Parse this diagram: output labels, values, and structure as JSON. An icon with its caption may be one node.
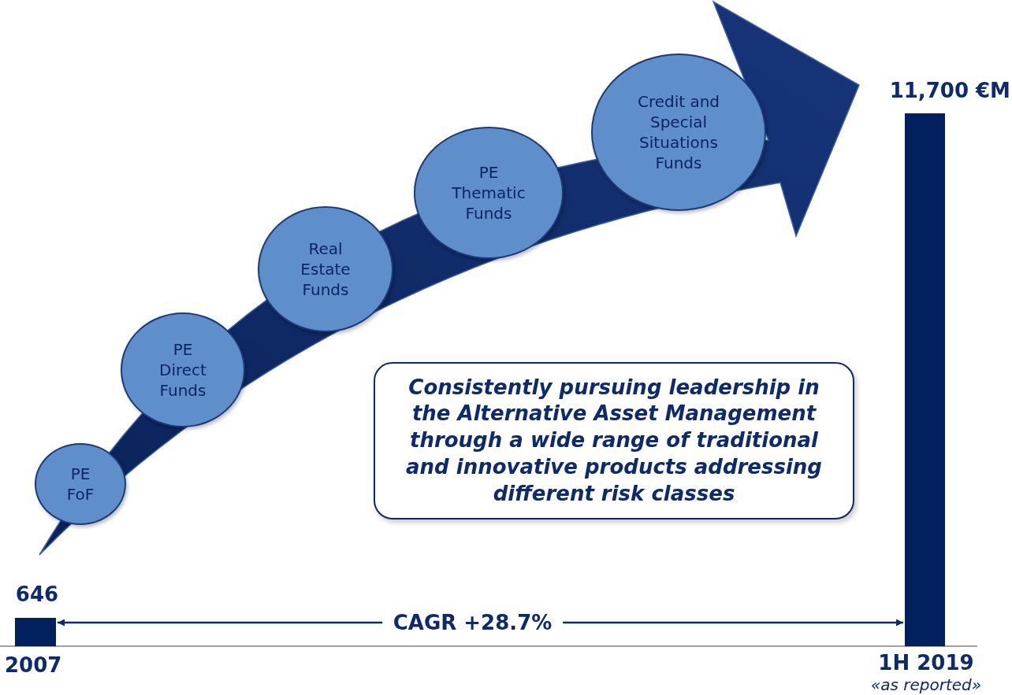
{
  "diagram": {
    "nodes": [
      {
        "text": [
          "PE FoF"
        ]
      },
      {
        "text": [
          "PE Direct Funds"
        ]
      },
      {
        "text": [
          "Real Estate Funds"
        ]
      },
      {
        "text": [
          "PE Thematic Funds"
        ]
      },
      {
        "text": [
          "Credit and Special Situations Funds"
        ]
      },
      {
        "text": [
          "Consistently pursuing leadership in the Alternative Asset Management through a wide range of traditional and innovative products addressing different risk classes"
        ]
      },
      {
        "text": [],
        "shape": "bar",
        "beside": [
          "646",
          "2007"
        ]
      },
      {
        "text": [],
        "shape": "bar",
        "beside": [
          "11,700 €M",
          "1H 2019",
          "«as reported»"
        ]
      }
    ],
    "edges": [
      {
        "from": 6,
        "to": 7,
        "arrow": "both",
        "label": "CAGR +28.7%"
      }
    ]
  }
}
